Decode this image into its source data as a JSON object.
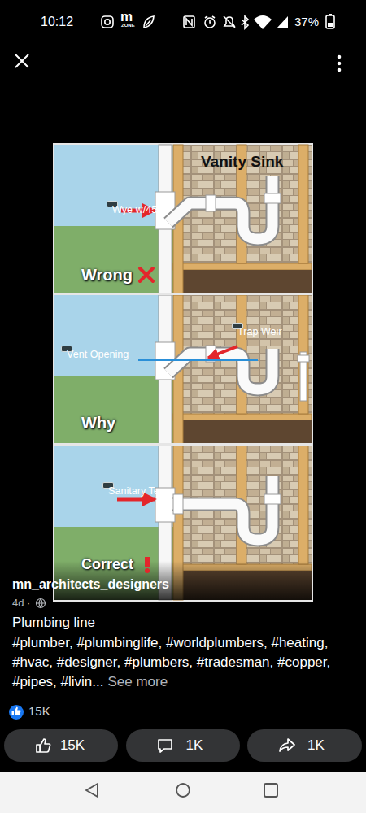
{
  "diagram": {
    "nodes": [
      {
        "text": [
          "Vanity Sink",
          "Wrong"
        ]
      },
      {
        "text": [
          "Wye w/45"
        ],
        "in": 0
      },
      {
        "text": [
          "Why"
        ]
      },
      {
        "text": [
          "Vent Opening"
        ],
        "in": 2
      },
      {
        "text": [
          "Trap Weir"
        ],
        "in": 2
      },
      {
        "text": [
          "Correct"
        ]
      },
      {
        "text": [
          "Sanitary Tee"
        ],
        "in": 5
      },
      {
        "text": [
          "15K"
        ]
      },
      {
        "text": [
          "1K"
        ]
      },
      {
        "text": [
          "1K"
        ]
      }
    ],
    "labels": [
      "10:12",
      "m",
      "ZONE",
      "37%",
      "mn_architects_designers",
      "4d ·",
      "Plumbing line",
      "#plumber, #plumbinglife, #worldplumbers, #heating, #hvac, #designer, #plumbers, #tradesman, #copper, #pipes, #livin...",
      "See more",
      "15K"
    ]
  }
}
